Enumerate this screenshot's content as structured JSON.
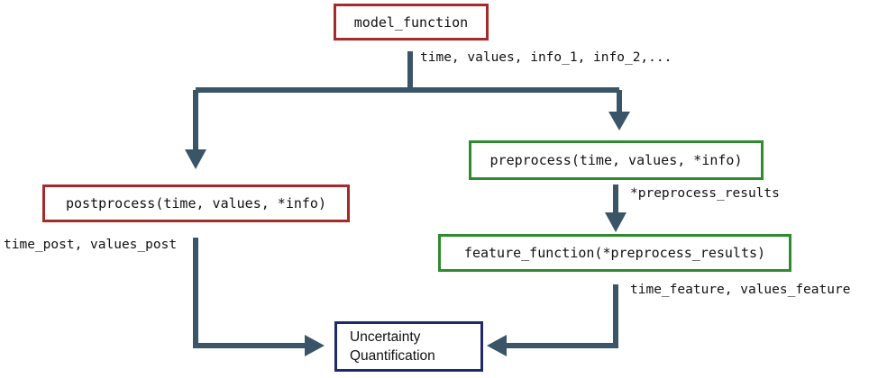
{
  "colors": {
    "arrow": "#3b5568",
    "red_border": "#a52a2a",
    "green_border": "#2e8b2e",
    "blue_border": "#1f2a6b"
  },
  "nodes": {
    "model_function": "model_function",
    "postprocess": "postprocess(time, values, *info)",
    "preprocess": "preprocess(time, values, *info)",
    "feature_function": "feature_function(*preprocess_results)",
    "uncertainty_line1": "Uncertainty",
    "uncertainty_line2": "Quantification"
  },
  "edge_labels": {
    "model_outputs": "time, values, info_1, info_2,...",
    "preprocess_results": "*preprocess_results",
    "post_outputs": "time_post, values_post",
    "feature_outputs": "time_feature, values_feature"
  }
}
